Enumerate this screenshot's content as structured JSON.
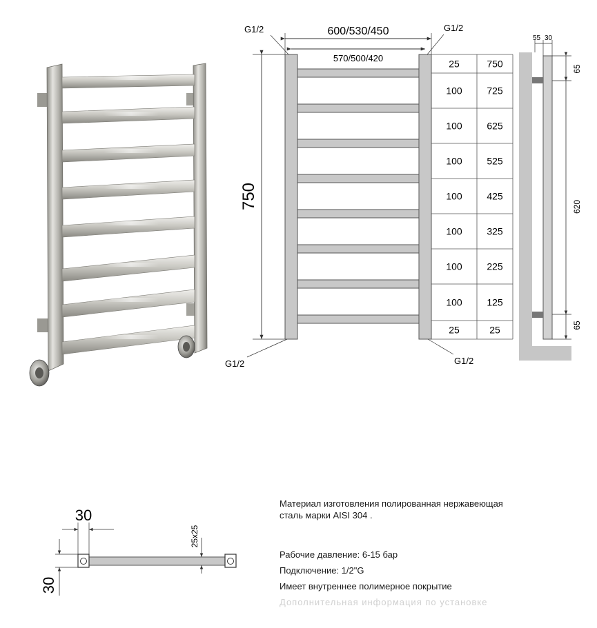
{
  "drawing": {
    "thread_labels": [
      "G1/2",
      "G1/2",
      "G1/2",
      "G1/2"
    ],
    "overall_width": "600/530/450",
    "center_distance": "570/500/420",
    "total_height": "750",
    "spacing_table": [
      [
        "25",
        "750"
      ],
      [
        "100",
        "725"
      ],
      [
        "100",
        "625"
      ],
      [
        "100",
        "525"
      ],
      [
        "100",
        "425"
      ],
      [
        "100",
        "325"
      ],
      [
        "100",
        "225"
      ],
      [
        "100",
        "125"
      ],
      [
        "25",
        "25"
      ]
    ],
    "side_dims": {
      "depth_a": "55",
      "depth_b": "30",
      "top_offset": "65",
      "mount_distance": "620",
      "bottom_offset": "65"
    },
    "section": {
      "width": "30",
      "height": "30",
      "bar_profile": "25x25"
    }
  },
  "specs": {
    "material_line1": "Материал изготовления полированная нержавеющая",
    "material_line2": "сталь марки AISI 304 .",
    "pressure_label": "Рабочие давление:",
    "pressure_value": "6-15 бар",
    "connection": "Подключение: 1/2\"G",
    "coating": "Имеет внутреннее полимерное покрытие",
    "cut_line": "Дополнительная информация по установке"
  },
  "colors": {
    "steel_light": "#e2e2de",
    "steel_mid": "#b9b8b2",
    "steel_dark": "#8f8e88",
    "drawing_fill": "#c8c8c8",
    "drawing_stroke": "#555555",
    "wall": "#c6c6c6"
  }
}
